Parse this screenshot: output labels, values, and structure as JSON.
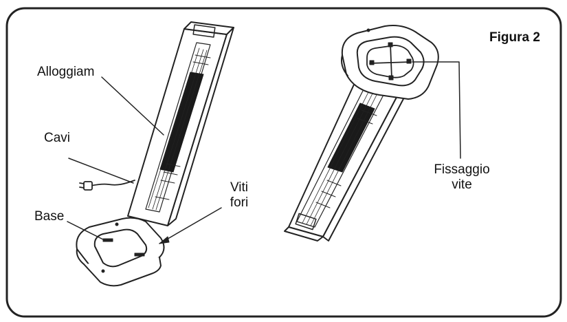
{
  "figure": {
    "title": "Figura 2",
    "labels": {
      "housing": "Alloggiam",
      "cables": "Cavi",
      "base": "Base",
      "screw_holes_line1": "Viti",
      "screw_holes_line2": "fori",
      "screw_fix_line1": "Fissaggio",
      "screw_fix_line2": "vite"
    }
  }
}
